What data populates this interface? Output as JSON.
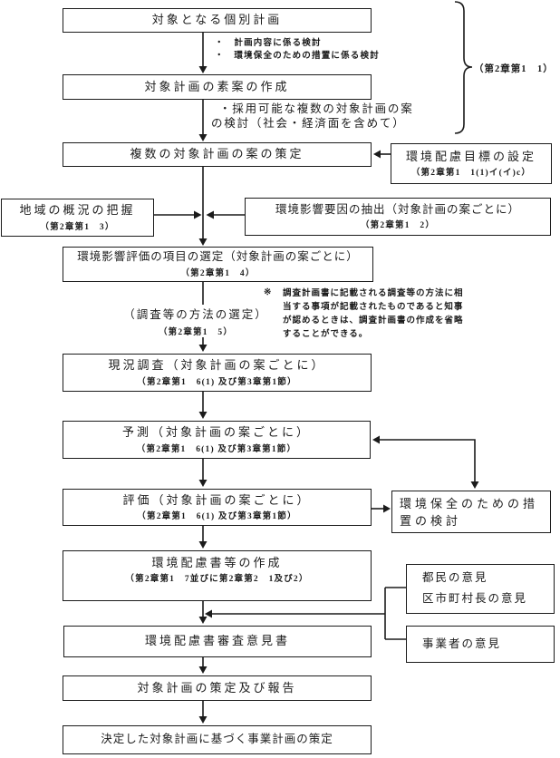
{
  "colors": {
    "ink": "#1b1b1b",
    "background": "#ffffff"
  },
  "boxes": {
    "target_plan": {
      "title": "対象となる個別計画"
    },
    "draft": {
      "title": "対象計画の素案の作成"
    },
    "plans": {
      "title": "複数の対象計画の案の策定"
    },
    "goal": {
      "title": "環境配慮目標の設定",
      "subtitle": "（第2章第1　1(1)イ(イ)c）"
    },
    "region": {
      "title": "地域の概況の把握",
      "subtitle": "（第2章第1　3）"
    },
    "factors": {
      "title": "環境影響要因の抽出（対象計画の案ごとに）",
      "subtitle": "（第2章第1　2）"
    },
    "items": {
      "title": "環境影響評価の項目の選定（対象計画の案ごとに）",
      "subtitle": "（第2章第1　4）"
    },
    "survey": {
      "title": "現況調査（対象計画の案ごとに）",
      "subtitle": "（第2章第1　6(1) 及び第3章第1節）"
    },
    "predict": {
      "title": "予測（対象計画の案ごとに）",
      "subtitle": "（第2章第1　6(1) 及び第3章第1節）"
    },
    "evaluate": {
      "title": "評価（対象計画の案ごとに）",
      "subtitle": "（第2章第1　6(1) 及び第3章第1節）"
    },
    "measures": {
      "title": "環境保全のための措置の検討"
    },
    "report": {
      "title": "環境配慮書等の作成",
      "subtitle": "（第2章第1　7並びに第2章第2　1及び2）"
    },
    "citizens": {
      "line1": "都民の意見",
      "line2": "区市町村長の意見"
    },
    "review": {
      "title": "環境配慮書審査意見書"
    },
    "operator": {
      "title": "事業者の意見"
    },
    "decide": {
      "title": "対象計画の策定及び報告"
    },
    "final": {
      "title": "決定した対象計画に基づく事業計画の策定"
    }
  },
  "labels": {
    "bullet1a": "・　計画内容に係る検討",
    "bullet1b": "・　環境保全のための措置に係る検討",
    "bullet2a": "・採用可能な複数の対象計画の案",
    "bullet2b": "の検討（社会・経済面を含めて）",
    "method": "（調査等の方法の選定）",
    "method_sub": "（第2章第1　5）",
    "brace_label": "（第2章第1　1）",
    "note_mark": "※",
    "note_lines": [
      "調査計画書に記載される調査等の方法に相",
      "当する事項が記載されたものであると知事",
      "が認めるときは、調査計画書の作成を省略",
      "することができる。"
    ]
  }
}
